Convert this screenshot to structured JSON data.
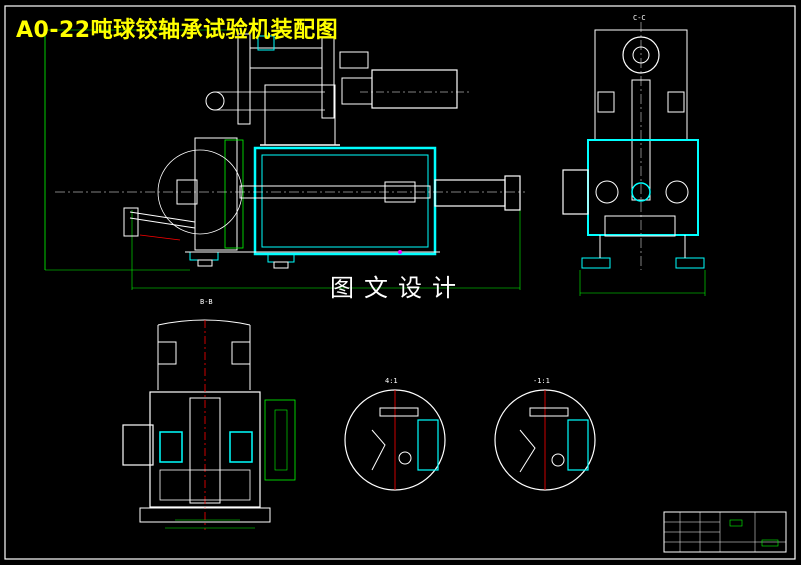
{
  "drawing": {
    "title": "A0-22吨球铰轴承试验机装配图",
    "watermark": "图文设计",
    "section_label_top": "C-C",
    "section_label_bottom": "B-B",
    "detail_label_left": "4:1",
    "detail_label_right": "-1:1"
  },
  "colors": {
    "background": "#000000",
    "title": "#ffff00",
    "outline": "#ffffff",
    "cyan": "#00ffff",
    "green": "#00ff00",
    "red": "#ff0000",
    "magenta": "#ff00ff",
    "blue": "#3366ff"
  }
}
